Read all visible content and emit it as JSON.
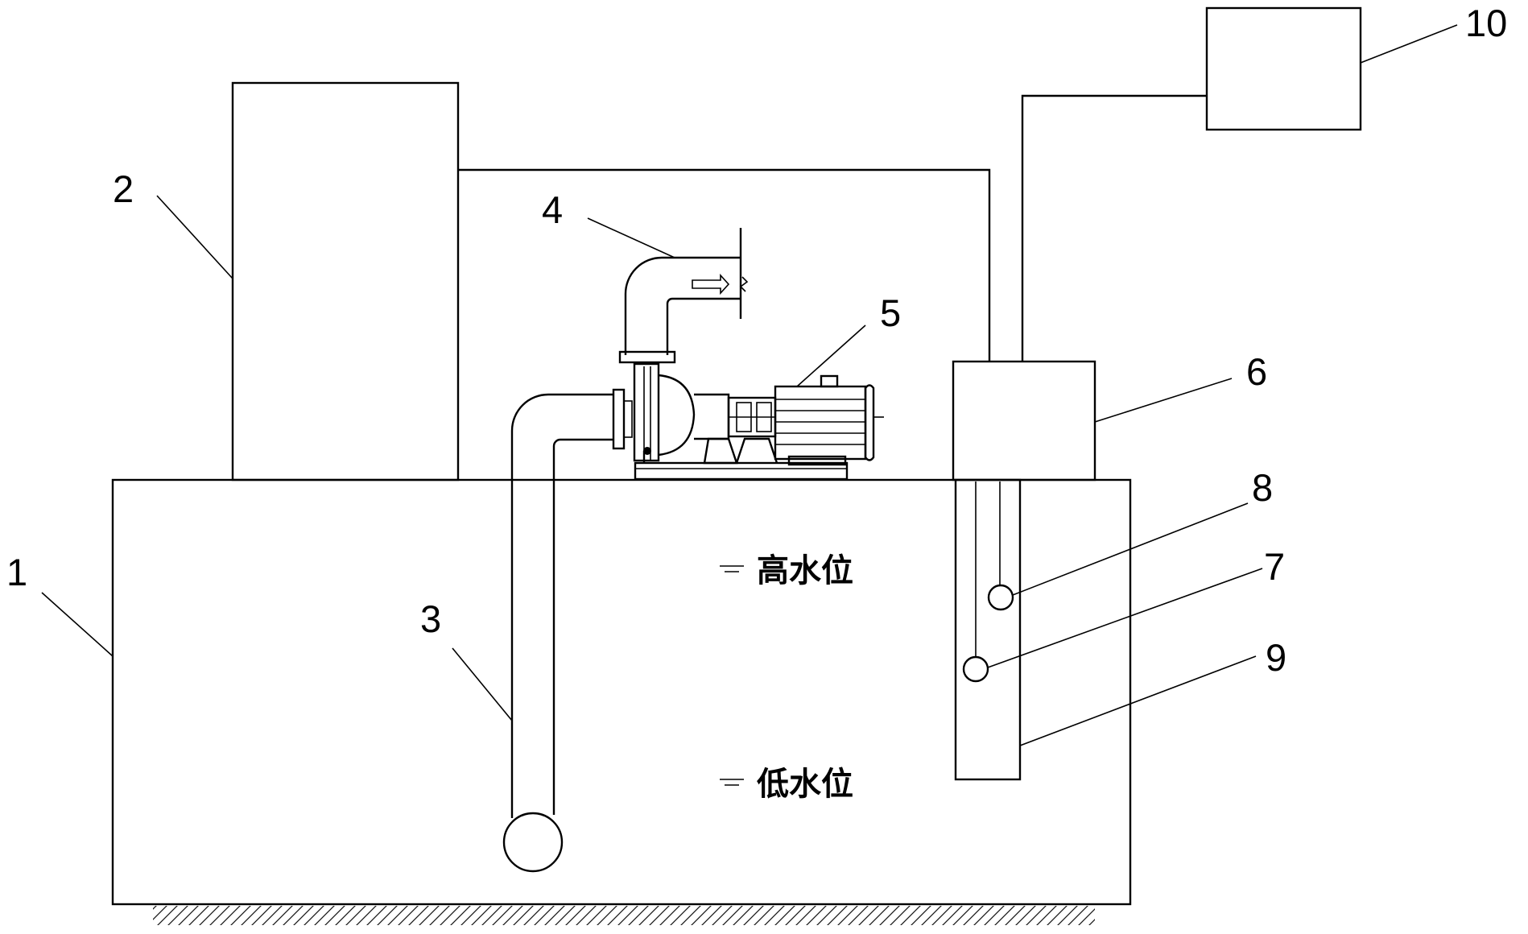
{
  "labels": {
    "l1": "1",
    "l2": "2",
    "l3": "3",
    "l4": "4",
    "l5": "5",
    "l6": "6",
    "l7": "7",
    "l8": "8",
    "l9": "9",
    "l10": "10"
  },
  "water_levels": {
    "high": "高水位",
    "low": "低水位"
  }
}
